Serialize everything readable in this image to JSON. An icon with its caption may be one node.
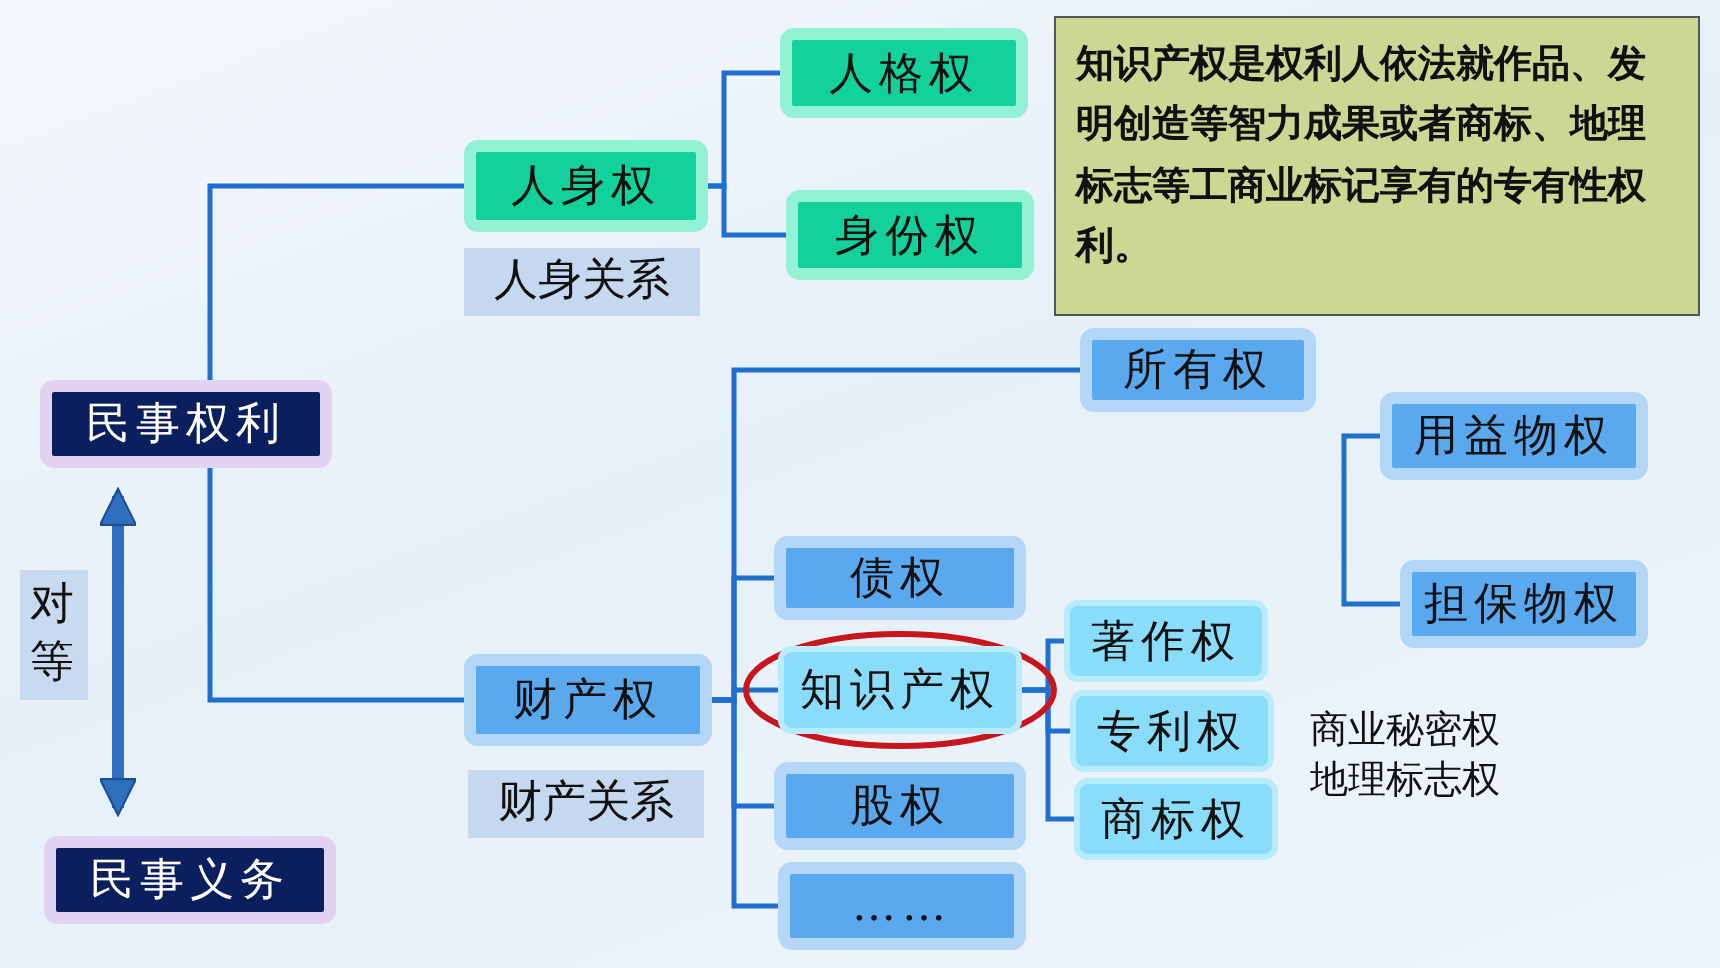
{
  "diagram": {
    "nodes": [
      {
        "text": [
          "民事权利"
        ]
      },
      {
        "text": [
          "人身权"
        ],
        "beside": [
          "人身关系"
        ]
      },
      {
        "text": [
          "人格权"
        ]
      },
      {
        "text": [
          "身份权"
        ]
      },
      {
        "text": [
          "财产权"
        ],
        "beside": [
          "财产关系"
        ]
      },
      {
        "text": [
          "所有权"
        ]
      },
      {
        "text": [
          "用益物权"
        ]
      },
      {
        "text": [
          "债权"
        ]
      },
      {
        "text": [
          "担保物权"
        ]
      },
      {
        "text": [
          "知识产权"
        ]
      },
      {
        "text": [
          "著作权"
        ]
      },
      {
        "text": [
          "专利权"
        ]
      },
      {
        "text": [
          "商标权"
        ]
      },
      {
        "text": [
          "股权"
        ]
      },
      {
        "text": [
          "……"
        ]
      },
      {
        "text": [
          "民事义务"
        ]
      },
      {
        "text": [
          "知识产权是**权利人**依法就作品、发明创造等**智力成果**或者商标、地理标志等**工商业标记**享有的**专有性权利**。"
        ]
      }
    ],
    "edges": [
      {
        "from": 0,
        "to": 1,
        "arrow": "none"
      },
      {
        "from": 0,
        "to": 4,
        "arrow": "none"
      },
      {
        "from": 1,
        "to": 2,
        "arrow": "none"
      },
      {
        "from": 1,
        "to": 3,
        "arrow": "none"
      },
      {
        "from": 4,
        "to": 5,
        "arrow": "none"
      },
      {
        "from": 4,
        "to": 7,
        "arrow": "none"
      },
      {
        "from": 4,
        "to": 9,
        "arrow": "none"
      },
      {
        "from": 4,
        "to": 13,
        "arrow": "none"
      },
      {
        "from": 4,
        "to": 14,
        "arrow": "none"
      },
      {
        "from": null,
        "to": 6,
        "arrow": "none"
      },
      {
        "from": null,
        "to": 8,
        "arrow": "none"
      },
      {
        "from": 9,
        "to": 10,
        "arrow": "none"
      },
      {
        "from": 9,
        "to": 11,
        "arrow": "none"
      },
      {
        "from": 9,
        "to": 12,
        "arrow": "none"
      },
      {
        "from": 0,
        "to": 15,
        "arrow": "both",
        "label": "对等",
        "style": "thick"
      }
    ],
    "labels": [
      "商业秘密权",
      "地理标志权"
    ]
  }
}
